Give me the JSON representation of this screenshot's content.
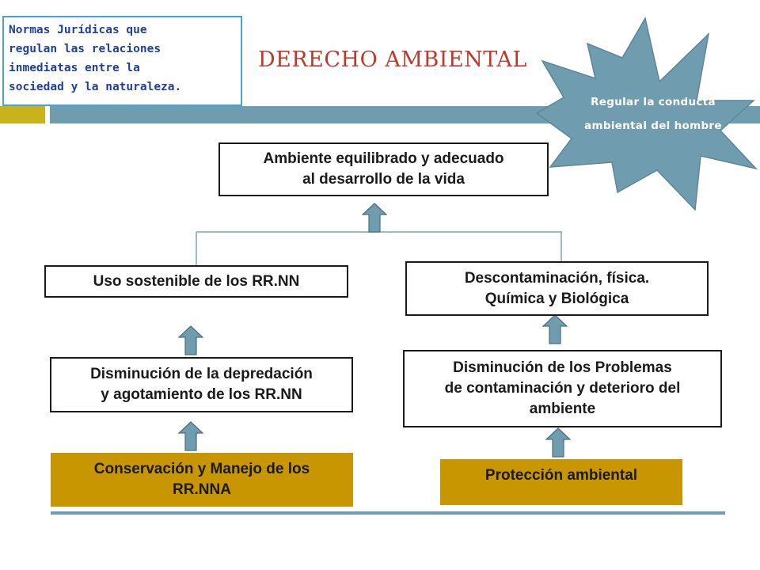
{
  "definition": {
    "lines": [
      "Normas Jurídicas que",
      "regulan las relaciones",
      "inmediatas entre la",
      "sociedad y la naturaleza."
    ]
  },
  "title": "DERECHO AMBIENTAL",
  "burst": {
    "line1": "Regular la conducta",
    "line2": "ambiental del hombre"
  },
  "goal": {
    "line1": "Ambiente equilibrado y adecuado",
    "line2": "al desarrollo de la vida"
  },
  "left_branch": {
    "outcome": "Uso sostenible  de los RR.NN",
    "effect": {
      "line1": "Disminución de la depredación",
      "line2": "y agotamiento de los RR.NN"
    },
    "action": {
      "line1": "Conservación y Manejo de los",
      "line2": "RR.NNA"
    }
  },
  "right_branch": {
    "outcome": {
      "line1": "Descontaminación, física.",
      "line2": "Química y Biológica"
    },
    "effect": {
      "line1": "Disminución de los Problemas",
      "line2": "de contaminación y deterioro del",
      "line3": "ambiente"
    },
    "action": "Protección ambiental"
  },
  "colors": {
    "title": "#c0392b",
    "definition_text": "#1f3f9a",
    "definition_border": "#4aa3d8",
    "accent_bar": "#6f9cae",
    "gold_bar": "#c8b41a",
    "action_fill": "#c89600",
    "arrow_fill": "#6f9cae",
    "burst_fill": "#6f9cae"
  }
}
